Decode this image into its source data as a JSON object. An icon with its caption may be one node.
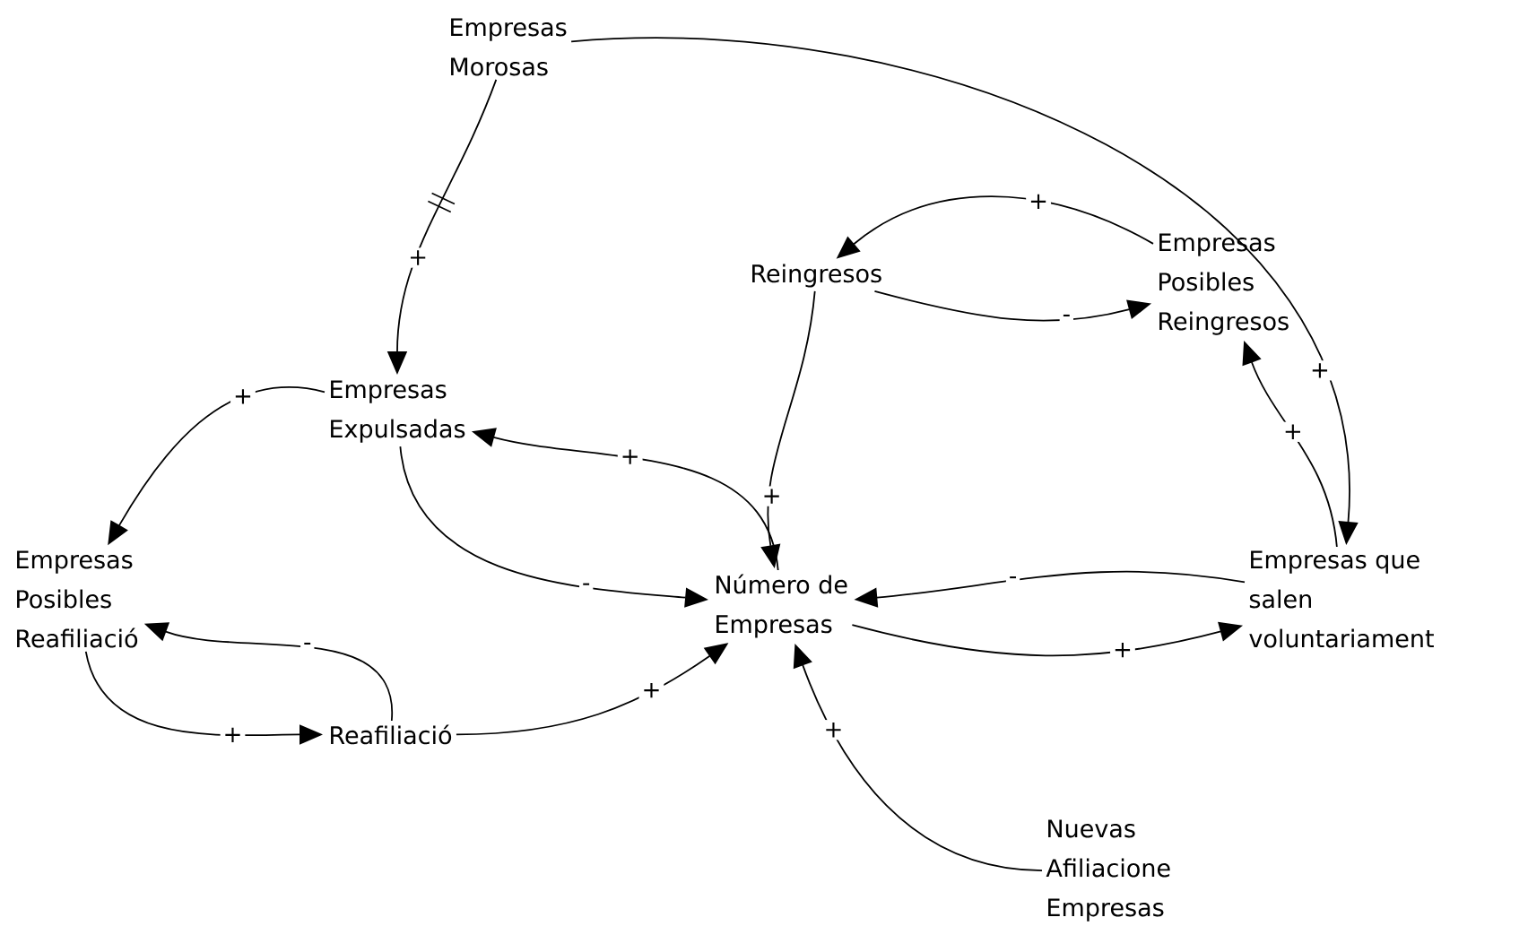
{
  "diagram": {
    "nodes": [
      {
        "text": [
          "Empresas Morosas"
        ]
      },
      {
        "text": [
          "Empresas Posibles Reingresos"
        ]
      },
      {
        "text": [
          "Reingresos"
        ]
      },
      {
        "text": [
          "Empresas Expulsadas"
        ]
      },
      {
        "text": [
          "Empresas Posibles Reafiliació"
        ]
      },
      {
        "text": [
          "Número de Empresas"
        ]
      },
      {
        "text": [
          "Empresas que salen voluntariament"
        ]
      },
      {
        "text": [
          "Reafiliació"
        ]
      },
      {
        "text": [
          "Nuevas Afiliacione Empresas"
        ]
      }
    ],
    "edges": [
      {
        "from": 0,
        "to": 3,
        "arrow": "to",
        "label": "+"
      },
      {
        "from": 0,
        "to": 6,
        "arrow": "to",
        "label": "+"
      },
      {
        "from": 1,
        "to": 2,
        "arrow": "to",
        "label": "+"
      },
      {
        "from": 2,
        "to": 1,
        "arrow": "to",
        "label": "-"
      },
      {
        "from": 2,
        "to": 5,
        "arrow": "to",
        "label": "+"
      },
      {
        "from": 6,
        "to": 1,
        "arrow": "to",
        "label": "+"
      },
      {
        "from": 3,
        "to": 4,
        "arrow": "to",
        "label": "+"
      },
      {
        "from": 5,
        "to": 3,
        "arrow": "to",
        "label": "+"
      },
      {
        "from": 3,
        "to": 5,
        "arrow": "to",
        "label": "-"
      },
      {
        "from": 5,
        "to": 6,
        "arrow": "to",
        "label": "+"
      },
      {
        "from": 6,
        "to": 5,
        "arrow": "to",
        "label": "-"
      },
      {
        "from": 4,
        "to": 7,
        "arrow": "to",
        "label": "+"
      },
      {
        "from": 7,
        "to": 4,
        "arrow": "to",
        "label": "-"
      },
      {
        "from": 7,
        "to": 5,
        "arrow": "to",
        "label": "+"
      },
      {
        "from": 8,
        "to": 5,
        "arrow": "to",
        "label": "+"
      }
    ]
  }
}
